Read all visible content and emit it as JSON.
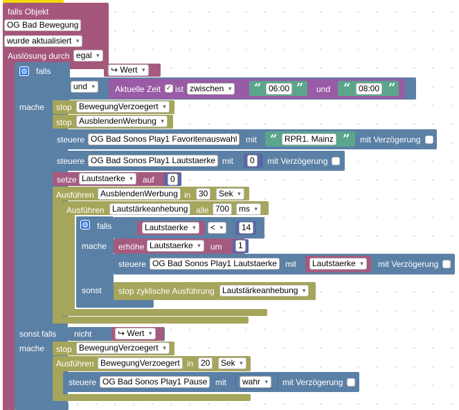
{
  "colors": {
    "trigger": "#a5567b",
    "logic": "#5b80a5",
    "timer": "#a5a55b",
    "control": "#5b80a5",
    "variable": "#a55b80",
    "text": "#5ba58c",
    "math": "#5b67a5",
    "time": "#995ba5"
  },
  "trigger": {
    "title": "falls Objekt",
    "object_id": "OG Bad Bewegung",
    "event": "wurde aktualisiert",
    "trigger_label": "Auslösung durch",
    "trigger_value": "egal"
  },
  "if1": {
    "falls": "falls",
    "wert": "Wert",
    "und": "und",
    "aktuelle_zeit": "Aktuelle Zeit",
    "ist": "ist",
    "zwischen": "zwischen",
    "time_from": "06:00",
    "und2": "und",
    "time_to": "08:00",
    "mache": "mache",
    "sonst_falls": "sonst falls",
    "nicht": "nicht",
    "wert2": "Wert",
    "mache2": "mache"
  },
  "then": {
    "stop1_label": "stop",
    "stop1_value": "BewegungVerzoegert",
    "stop2_label": "stop",
    "stop2_value": "AusblendenWerbung",
    "steuere1_label": "steuere",
    "steuere1_object": "OG Bad Sonos Play1 Favoritenauswahl",
    "steuere1_mit": "mit",
    "steuere1_value": "RPR1. Mainz",
    "steuere1_delay": "mit Verzögerung",
    "steuere2_label": "steuere",
    "steuere2_object": "OG Bad Sonos Play1 Lautstaerke",
    "steuere2_mit": "mit",
    "steuere2_value": "0",
    "steuere2_delay": "mit Verzögerung",
    "setze_label": "setze",
    "setze_var": "Lautstaerke",
    "setze_auf": "auf",
    "setze_value": "0",
    "ausf1_label": "Ausführen",
    "ausf1_name": "AusblendenWerbung",
    "ausf1_in": "in",
    "ausf1_value": "30",
    "ausf1_unit": "Sek",
    "ausf2_label": "Ausführen",
    "ausf2_name": "Lautstärkeanhebung",
    "ausf2_alle": "alle",
    "ausf2_value": "700",
    "ausf2_unit": "ms",
    "inner_falls": "falls",
    "inner_var": "Lautstaerke",
    "inner_op": "<",
    "inner_value": "14",
    "inner_mache": "mache",
    "erhohe_label": "erhöhe",
    "erhohe_var": "Lautstaerke",
    "erhohe_um": "um",
    "erhohe_value": "1",
    "steuere3_label": "steuere",
    "steuere3_object": "OG Bad Sonos Play1 Lautstaerke",
    "steuere3_mit": "mit",
    "steuere3_value": "Lautstaerke",
    "steuere3_delay": "mit Verzögerung",
    "inner_sonst": "sonst",
    "stopz_label": "stop zyklische Ausführung",
    "stopz_value": "Lautstärkeanhebung"
  },
  "else": {
    "stop_label": "stop",
    "stop_value": "BewegungVerzoegert",
    "ausf_label": "Ausführen",
    "ausf_name": "BewegungVerzoegert",
    "ausf_in": "in",
    "ausf_value": "20",
    "ausf_unit": "Sek",
    "steuere_label": "steuere",
    "steuere_object": "OG Bad Sonos Play1 Pause",
    "steuere_mit": "mit",
    "steuere_value": "wahr",
    "steuere_delay": "mit Verzögerung"
  }
}
